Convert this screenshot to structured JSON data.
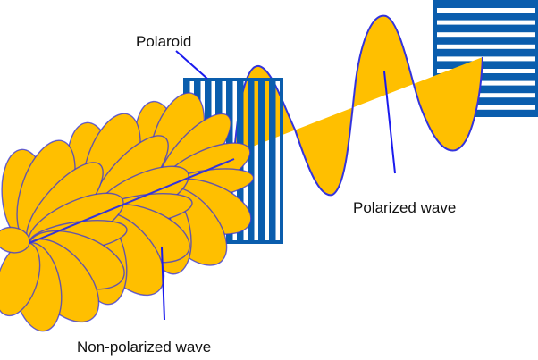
{
  "labels": {
    "polaroid": "Polaroid",
    "polarized_wave": "Polarized wave",
    "non_polarized_wave": "Non-polarized wave"
  },
  "colors": {
    "wave_fill": "#FFBF00",
    "outline": "#3333DD",
    "polaroid_blue": "#0A5DAD",
    "pointer": "#1A1AEE"
  }
}
